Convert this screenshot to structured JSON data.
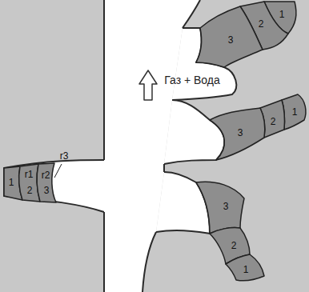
{
  "diagram": {
    "labels": [
      "Газ + Вода",
      "1",
      "r1",
      "2",
      "r2",
      "3",
      "r3",
      "3",
      "2",
      "1",
      "3",
      "2",
      "1",
      "3",
      "2",
      "1"
    ]
  }
}
